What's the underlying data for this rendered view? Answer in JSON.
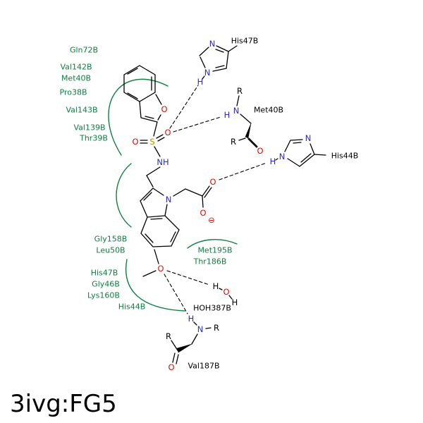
{
  "title": "3ivg:FG5",
  "colors": {
    "residue_label_green": "#0f8040",
    "hydrophobic_arc_green": "#0f8040",
    "nitrogen_blue": "#2a2ad4",
    "oxygen_red": "#e30b00",
    "sulfur_yellow": "#b89400",
    "bond_black": "#000000",
    "background": "#ffffff"
  },
  "hydro": {
    "left_top": [
      "Gln72B",
      "Val142B",
      "Met40B",
      "Pro38B",
      "Val143B",
      "Val139B",
      "Thr39B"
    ],
    "left_bottom": [
      "Gly158B",
      "Leu50B",
      "His47B",
      "Gly46B",
      "Lys160B",
      "His44B"
    ],
    "right": [
      "Met195B",
      "Thr186B"
    ]
  },
  "labels": {
    "his47b": "His47B",
    "met40b": "Met40B",
    "his44b": "His44B",
    "water": "HOH387B",
    "val187b": "Val187B"
  },
  "atoms": {
    "O": "O",
    "N": "N",
    "NH": "NH",
    "S": "S",
    "H": "H",
    "R": "R",
    "minus": "⊖"
  }
}
